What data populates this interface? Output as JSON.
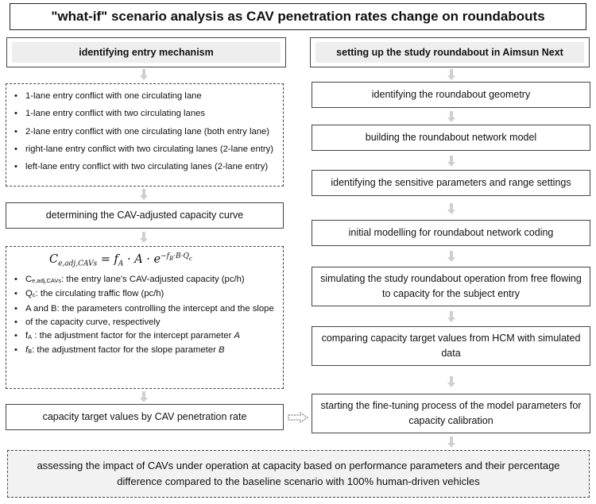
{
  "title": "\"what-if\" scenario analysis as CAV penetration rates change on roundabouts",
  "left": {
    "header": "identifying entry mechanism",
    "mechanisms": [
      "1-lane entry conflict with one circulating lane",
      "1-lane entry conflict with two circulating lanes",
      "2-lane entry conflict with one circulating lane (both entry lane)",
      "right-lane entry conflict with two circulating lanes (2-lane entry)",
      "left-lane entry conflict with two circulating lanes (2-lane entry)"
    ],
    "capacity_curve": "determining the CAV-adjusted capacity curve",
    "formula": {
      "lhs": "C",
      "lhs_sub": "e,adj,CAVs",
      "eq": " = ",
      "fa": "f",
      "fa_sub": "A",
      "dot1": " · A · e",
      "exp": "−f",
      "exp_sub": "B",
      "exp_rest": "·B·Q",
      "exp_sub2": "c"
    },
    "variables": [
      {
        "sym": "C",
        "sub": "e,adj,CAVs",
        "text": ": the entry lane's CAV-adjusted capacity (pc/h)"
      },
      {
        "sym": "Q",
        "sub": "c",
        "text": ": the circulating traffic flow (pc/h)"
      },
      {
        "sym": "",
        "sub": "",
        "text": "A and B: the parameters controlling the intercept and the slope"
      },
      {
        "sym": "",
        "sub": "",
        "text": "of the capacity curve, respectively",
        "cont": true
      },
      {
        "sym": "f",
        "sub": "A",
        "text": " : the adjustment factor for the intercept parameter ",
        "ital": "A"
      },
      {
        "sym": "f",
        "sub": "B",
        "text": ": the adjustment factor for the slope parameter ",
        "ital": "B"
      }
    ],
    "capacity_targets": "capacity target values by CAV penetration rate"
  },
  "right": {
    "header": "setting up the study roundabout in Aimsun Next",
    "steps": [
      "identifying the roundabout geometry",
      "building the roundabout network model",
      "identifying the sensitive parameters and range settings",
      "initial modelling for roundabout network coding",
      "simulating the study roundabout operation from free flowing to capacity for the subject entry",
      "comparing capacity target values from HCM with simulated data",
      "starting the fine-tuning process of the model parameters for capacity calibration"
    ]
  },
  "final": "assessing the impact of CAVs under operation at capacity based on performance parameters and their percentage difference compared to the baseline scenario with 100% human-driven vehicles",
  "colors": {
    "border": "#444444",
    "shade": "#eeeeee",
    "arrow": "#cfcfcf"
  }
}
